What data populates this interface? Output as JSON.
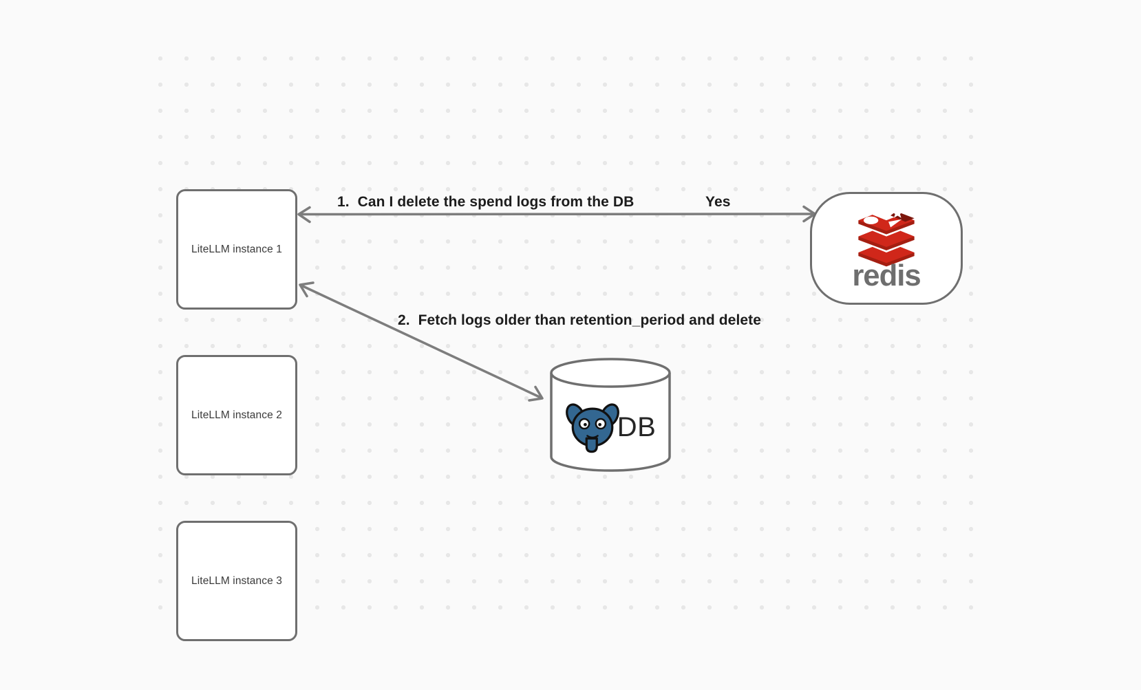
{
  "canvas": {
    "background_color": "#fafafa",
    "dot_color": "#e7e7e7"
  },
  "nodes": [
    {
      "id": "litellm-instance-1",
      "shape": "rounded-rectangle",
      "label": "LiteLLM instance 1"
    },
    {
      "id": "litellm-instance-2",
      "shape": "rounded-rectangle",
      "label": "LiteLLM instance 2"
    },
    {
      "id": "litellm-instance-3",
      "shape": "rounded-rectangle",
      "label": "LiteLLM instance 3"
    },
    {
      "id": "redis",
      "shape": "rounded-pill",
      "icon": "redis-logo",
      "wordmark": "redis"
    },
    {
      "id": "postgres-db",
      "shape": "cylinder",
      "icon": "postgresql-elephant-logo",
      "label": "DB"
    }
  ],
  "edges": [
    {
      "id": "edge-1",
      "from": "litellm-instance-1",
      "to": "redis",
      "arrowheads": "both",
      "label": "1.  Can I delete the spend logs from the DB",
      "response": "Yes"
    },
    {
      "id": "edge-2",
      "from": "litellm-instance-1",
      "to": "postgres-db",
      "arrowheads": "both",
      "label": "2.  Fetch logs older than retention_period and delete"
    }
  ],
  "colors": {
    "shape_stroke": "#6f6f6f",
    "arrow_stroke": "#7d7d7d",
    "edge_label_text": "#1c1c1c",
    "node_label_text": "#3a3a3a",
    "redis_red": "#d0271a",
    "redis_dark_red": "#a41e11",
    "redis_wordmark_gray": "#6e6e6e",
    "postgres_blue": "#336791",
    "db_label_text": "#262626"
  }
}
